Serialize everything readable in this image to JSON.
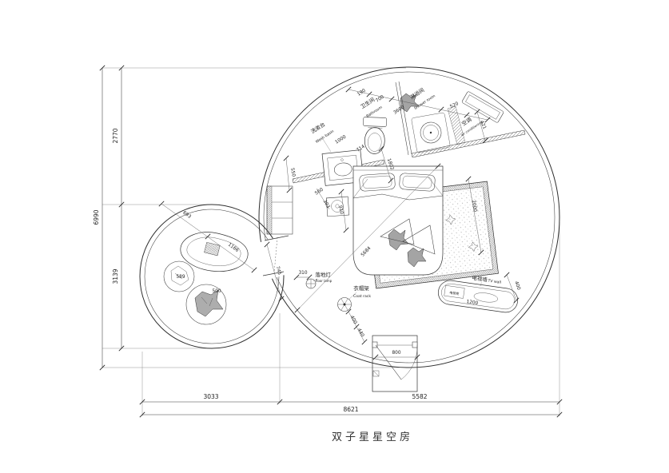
{
  "title": "双子星星空房",
  "colors": {
    "line": "#333333",
    "background": "#ffffff"
  },
  "labels": {
    "washbasin": {
      "cn": "洗漱台",
      "en": "Wash basin"
    },
    "bathroom": {
      "cn": "卫生间",
      "en": "Bathroom"
    },
    "shower": {
      "cn": "淋浴间",
      "en": "Shower room"
    },
    "aircon": {
      "cn": "空调",
      "en": "air conditioning"
    },
    "floorlamp": {
      "cn": "落地灯",
      "en": "floor lamp"
    },
    "coatrack": {
      "cn": "衣帽架",
      "en": "Coat rack"
    },
    "tvwall": {
      "cn": "电视墙",
      "en": "TV wall"
    },
    "tvcabinet": {
      "cn": "电视柜"
    }
  },
  "dims": {
    "chain190": "190",
    "chain700": "700",
    "chain3600": "3600",
    "chain520": "520",
    "side421": "421",
    "basin1000": "1000",
    "toilet714": "714",
    "toilet1802": "1802",
    "alcove550": "550",
    "bed560": "560",
    "bed303": "303",
    "bed910": "910",
    "rug2000": "2000",
    "diag5684": "5684",
    "tub693": "693",
    "tub1166": "1166",
    "tub745": "745",
    "stool589": "589",
    "bean500": "500",
    "lamp310": "310",
    "coat400": "400",
    "coat440": "440",
    "tv1200": "1200",
    "tv400": "400",
    "door800": "800",
    "left_upper": "2770",
    "left_lower": "3139",
    "left_total": "6990",
    "bottom_left": "3033",
    "bottom_right": "5582",
    "bottom_total": "8621"
  }
}
